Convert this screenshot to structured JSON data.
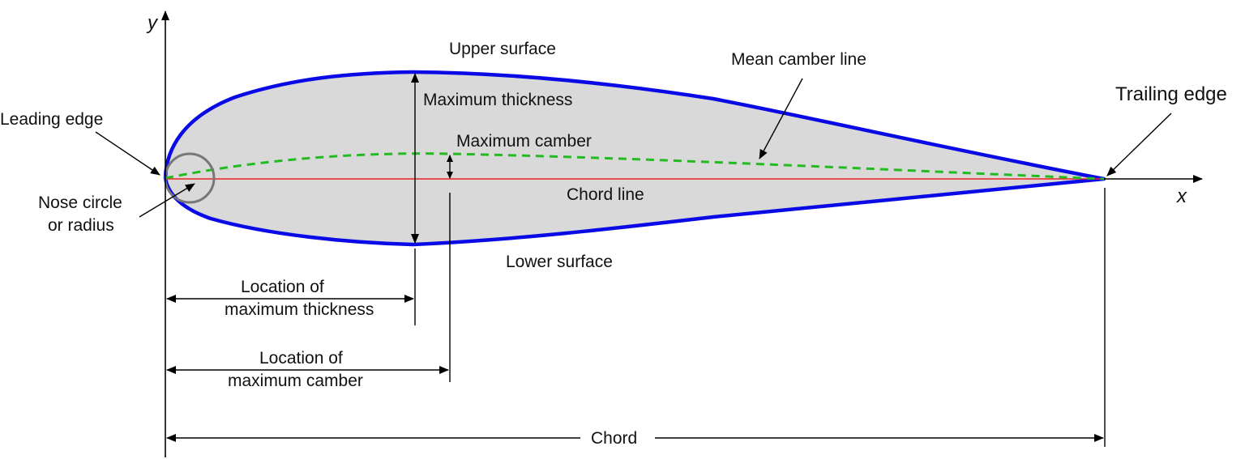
{
  "labels": {
    "y_axis": "y",
    "x_axis": "x",
    "upper_surface": "Upper surface",
    "lower_surface": "Lower surface",
    "mean_camber_line": "Mean camber line",
    "trailing_edge": "Trailing edge",
    "leading_edge": "Leading edge",
    "maximum_thickness": "Maximum thickness",
    "maximum_camber": "Maximum camber",
    "chord_line": "Chord line",
    "nose_circle_1": "Nose circle",
    "nose_circle_2": "or radius",
    "loc_thickness_1": "Location of",
    "loc_thickness_2": "maximum thickness",
    "loc_camber_1": "Location of",
    "loc_camber_2": "maximum camber",
    "chord": "Chord"
  },
  "colors": {
    "airfoil_outline": "#0a0ae6",
    "airfoil_fill": "#d9d9d9",
    "camber_line": "#22bb22",
    "chord_line": "#ee2222",
    "nose_circle": "#777777",
    "annotation": "#000000"
  }
}
